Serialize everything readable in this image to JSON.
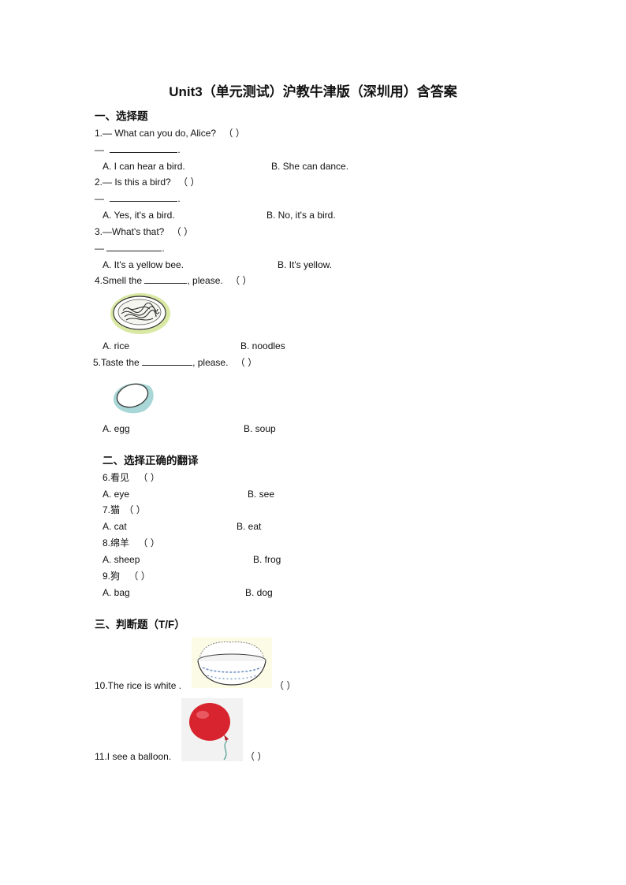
{
  "title": "Unit3（单元测试）沪教牛津版（深圳用）含答案",
  "section1": {
    "heading": "一、选择题",
    "q1": {
      "stem": "1.— What can you do, Alice?",
      "paren": "（        ）",
      "answer_dash": "—",
      "end": ".",
      "a": "A. I can hear a bird.",
      "b": "B. She can dance."
    },
    "q2": {
      "stem": "2.— Is this a bird?",
      "paren": "（        ）",
      "answer_dash": "—",
      "end": ".",
      "a": "A. Yes, it's a bird.",
      "b": "B. No, it's a bird."
    },
    "q3": {
      "stem": "3.—What's that?",
      "paren": "（        ）",
      "answer_dash": "—",
      "end": ".",
      "a": "A. It's a yellow bee.",
      "b": "B. It's yellow."
    },
    "q4": {
      "stem_pre": "4.Smell the",
      "stem_post": ", please.",
      "paren": "（        ）",
      "a": "A. rice",
      "b": "B. noodles"
    },
    "q5": {
      "stem_pre": "5.Taste the",
      "stem_post": ", please.",
      "paren": "（        ）",
      "a": "A. egg",
      "b": "B. soup"
    }
  },
  "section2": {
    "heading": "二、选择正确的翻译",
    "q6": {
      "stem": "6.看见",
      "paren": "（        ）",
      "a": "A. eye",
      "b": "B. see"
    },
    "q7": {
      "stem": "7.猫",
      "paren": "（        ）",
      "a": "A. cat",
      "b": "B. eat"
    },
    "q8": {
      "stem": "8.绵羊",
      "paren": "（        ）",
      "a": "A. sheep",
      "b": "B. frog"
    },
    "q9": {
      "stem": "9.狗",
      "paren": "（        ）",
      "a": "A. bag",
      "b": "B. dog"
    }
  },
  "section3": {
    "heading": "三、判断题（T/F）",
    "q10": {
      "stem": "10.The rice is white .",
      "paren": "（        ）"
    },
    "q11": {
      "stem": "11.I see a balloon.",
      "paren": "（        ）"
    }
  },
  "icons": [
    "noodles-plate-icon",
    "egg-icon",
    "rice-bowl-icon",
    "red-balloon-icon"
  ],
  "colors": {
    "balloon": "#d8242f",
    "egg_shadow": "#a9d6d6",
    "noodle_plate": "#d9e9a4"
  }
}
